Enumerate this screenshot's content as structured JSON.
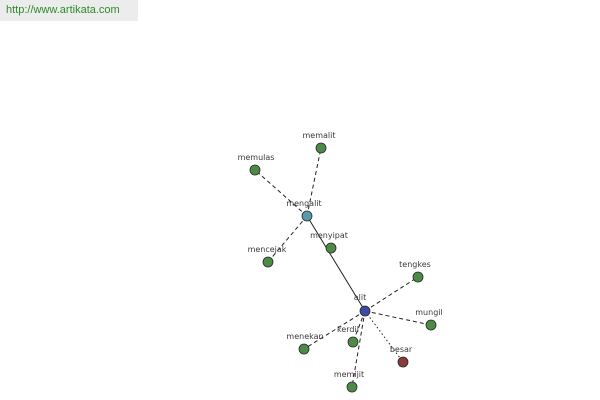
{
  "source": {
    "url": "http://www.artikata.com"
  },
  "colors": {
    "leaf": "#4d8a45",
    "hub_primary": "#3f4aa3",
    "hub_secondary": "#5a9aa8",
    "highlight": "#8b3a3a",
    "edge": "#222222"
  },
  "graph": {
    "nodes": [
      {
        "id": "alit",
        "label": "alit",
        "role": "hub_primary"
      },
      {
        "id": "mengalit",
        "label": "mengalit",
        "role": "hub_secondary"
      },
      {
        "id": "memalit",
        "label": "memalit",
        "role": "leaf"
      },
      {
        "id": "memulas",
        "label": "memulas",
        "role": "leaf"
      },
      {
        "id": "mencejak",
        "label": "mencejak",
        "role": "leaf"
      },
      {
        "id": "menyipat",
        "label": "menyipat",
        "role": "leaf"
      },
      {
        "id": "tengkes",
        "label": "tengkes",
        "role": "leaf"
      },
      {
        "id": "mungil",
        "label": "mungil",
        "role": "leaf"
      },
      {
        "id": "menekan",
        "label": "menekan",
        "role": "leaf"
      },
      {
        "id": "kerdil",
        "label": "kerdil",
        "role": "leaf"
      },
      {
        "id": "besar",
        "label": "besar",
        "role": "highlight"
      },
      {
        "id": "memijit",
        "label": "memijit",
        "role": "leaf"
      }
    ],
    "edges": [
      {
        "from": "mengalit",
        "to": "alit",
        "style": "solid"
      },
      {
        "from": "mengalit",
        "to": "memalit",
        "style": "dashed"
      },
      {
        "from": "mengalit",
        "to": "memulas",
        "style": "dashed"
      },
      {
        "from": "mengalit",
        "to": "mencejak",
        "style": "dashed"
      },
      {
        "from": "alit",
        "to": "tengkes",
        "style": "dashed"
      },
      {
        "from": "alit",
        "to": "mungil",
        "style": "dashed"
      },
      {
        "from": "alit",
        "to": "menekan",
        "style": "dashed"
      },
      {
        "from": "alit",
        "to": "kerdil",
        "style": "dashed"
      },
      {
        "from": "alit",
        "to": "memijit",
        "style": "dashed"
      },
      {
        "from": "alit",
        "to": "besar",
        "style": "dotted"
      }
    ]
  }
}
